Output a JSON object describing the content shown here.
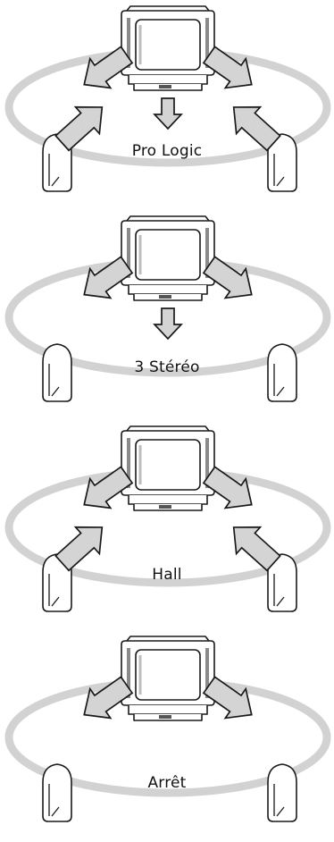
{
  "modes": [
    {
      "label": "Pro Logic",
      "center_arrow": true,
      "rear_arrows": true
    },
    {
      "label": "3 Stéréo",
      "center_arrow": true,
      "rear_arrows": false
    },
    {
      "label": "Hall",
      "center_arrow": false,
      "rear_arrows": true
    },
    {
      "label": "Arrêt",
      "center_arrow": false,
      "rear_arrows": false
    }
  ],
  "colors": {
    "ellipse": "#d2d2d2",
    "arrow_fill": "#d4d4d4",
    "stroke": "#1a1a1a",
    "tv_screen_gray": "#bdbdbd",
    "background": "#ffffff"
  }
}
